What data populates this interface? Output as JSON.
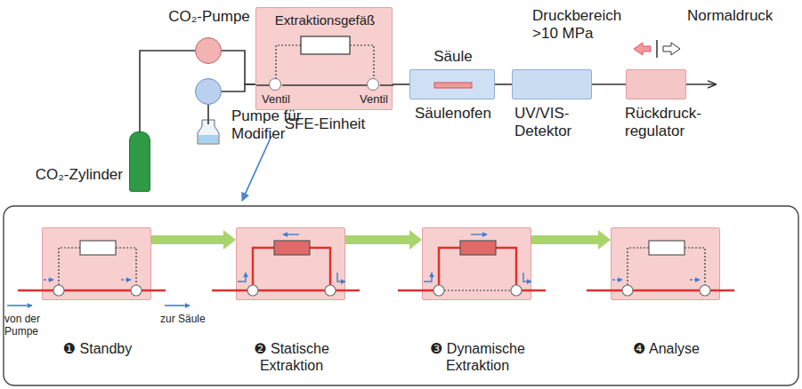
{
  "diagram": {
    "nodes": [
      {
        "text": [
          "CO₂-Zylinder"
        ]
      },
      {
        "text": [
          "CO₂-Pumpe"
        ]
      },
      {
        "text": [
          "Pumpe für Modifier"
        ]
      },
      {
        "text": [
          "Extraktionsgefäß",
          "SFE-Einheit"
        ]
      },
      {
        "text": [
          "Ventil"
        ],
        "in": 3
      },
      {
        "text": [
          "Ventil"
        ],
        "in": 3
      },
      {
        "text": [
          "Säule",
          "Säulenofen"
        ]
      },
      {
        "text": [
          "UV/VIS- Detektor"
        ]
      },
      {
        "text": [
          "Rückdruck- regulator"
        ]
      },
      {
        "text": [
          "❶ Standby"
        ]
      },
      {
        "text": [
          "❷ Statische Extraktion"
        ]
      },
      {
        "text": [
          "❸ Dynamische Extraktion"
        ]
      },
      {
        "text": [
          "❹ Analyse"
        ]
      }
    ],
    "edges": [
      {
        "from": 0,
        "to": 1,
        "arrow": "none"
      },
      {
        "from": 1,
        "to": 3,
        "arrow": "none"
      },
      {
        "from": 2,
        "to": 3,
        "arrow": "none"
      },
      {
        "from": 3,
        "to": 6,
        "arrow": "none"
      },
      {
        "from": 6,
        "to": 7,
        "arrow": "none"
      },
      {
        "from": 7,
        "to": 8,
        "arrow": "none"
      },
      {
        "from": 9,
        "to": 10,
        "arrow": "to"
      },
      {
        "from": 10,
        "to": 11,
        "arrow": "to"
      },
      {
        "from": 11,
        "to": 12,
        "arrow": "to"
      }
    ],
    "labels": [
      "Druckbereich >10 MPa",
      "Normaldruck",
      "von der Pumpe",
      "zur Säule"
    ]
  }
}
